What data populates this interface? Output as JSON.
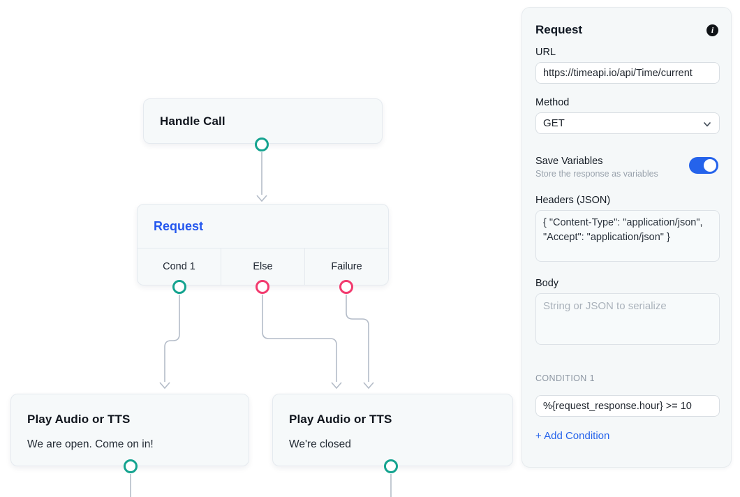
{
  "colors": {
    "teal": "#14a38f",
    "pink": "#f23a6e",
    "blue": "#2563eb",
    "edge": "#b4bcc8"
  },
  "canvas": {
    "nodes": {
      "handle_call": {
        "title": "Handle Call"
      },
      "request": {
        "title": "Request",
        "ports": [
          "Cond 1",
          "Else",
          "Failure"
        ]
      },
      "play_open": {
        "title": "Play Audio or TTS",
        "subtitle": "We are open. Come on in!"
      },
      "play_closed": {
        "title": "Play Audio or TTS",
        "subtitle": "We're closed"
      }
    }
  },
  "panel": {
    "title": "Request",
    "info_icon": "i",
    "url": {
      "label": "URL",
      "value": "https://timeapi.io/api/Time/current"
    },
    "method": {
      "label": "Method",
      "value": "GET"
    },
    "save_variables": {
      "label": "Save Variables",
      "description": "Store the response as variables",
      "state": "on"
    },
    "headers": {
      "label": "Headers (JSON)",
      "value": "{ \"Content-Type\": \"application/json\", \"Accept\": \"application/json\" }"
    },
    "body": {
      "label": "Body",
      "placeholder": "String or JSON to serialize"
    },
    "condition": {
      "label": "CONDITION 1",
      "value": "%{request_response.hour} >= 10"
    },
    "add_condition_label": "+ Add Condition"
  }
}
